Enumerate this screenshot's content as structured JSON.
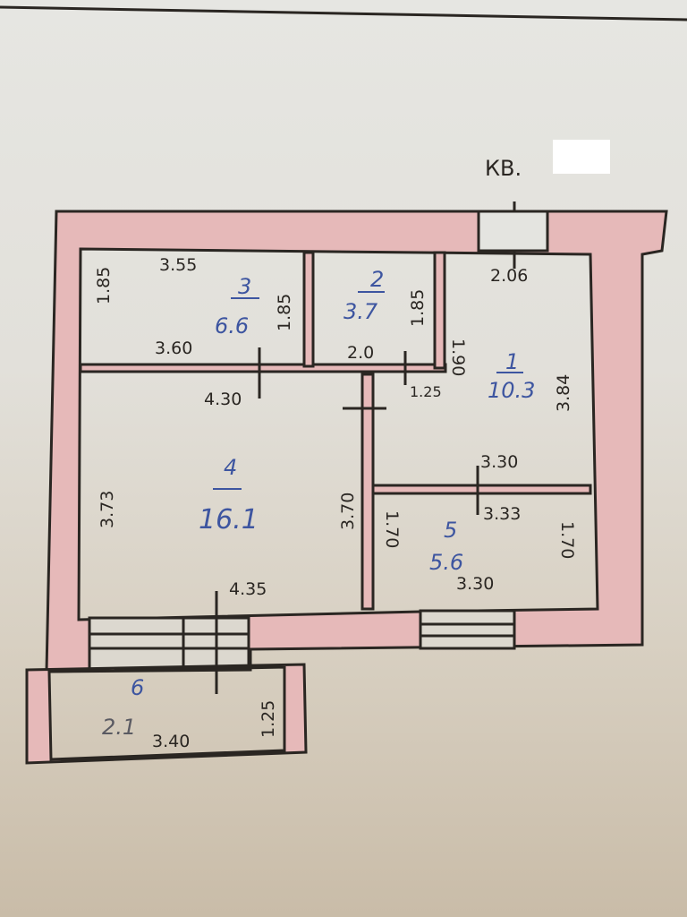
{
  "header": {
    "label": "КВ."
  },
  "rooms": [
    {
      "number": "1",
      "area": "10.3"
    },
    {
      "number": "2",
      "area": "3.7"
    },
    {
      "number": "3",
      "area": "6.6"
    },
    {
      "number": "4",
      "area": "16.1"
    },
    {
      "number": "5",
      "area": "5.6"
    },
    {
      "number": "6",
      "area": "2.1"
    }
  ],
  "dimensions": {
    "r3_top": "3.55",
    "r3_left": "1.85",
    "r3_right": "1.85",
    "r3_bottom": "3.60",
    "r2_right": "1.85",
    "r2_bottom": "2.0",
    "r1_top": "2.06",
    "r1_left": "1.90",
    "r1_right": "3.84",
    "r1_door": "1.25",
    "r1_bottom": "3.30",
    "r4_top": "4.30",
    "r4_left": "3.73",
    "r4_right": "3.70",
    "r4_bottom": "4.35",
    "r5_top": "3.33",
    "r5_left": "1.70",
    "r5_right": "1.70",
    "r5_bottom": "3.30",
    "r6_bottom": "3.40",
    "r6_right": "1.25"
  },
  "colors": {
    "wall": "#e6b9b9",
    "ink": "#2a2622",
    "room_number": "#3d55a0"
  }
}
